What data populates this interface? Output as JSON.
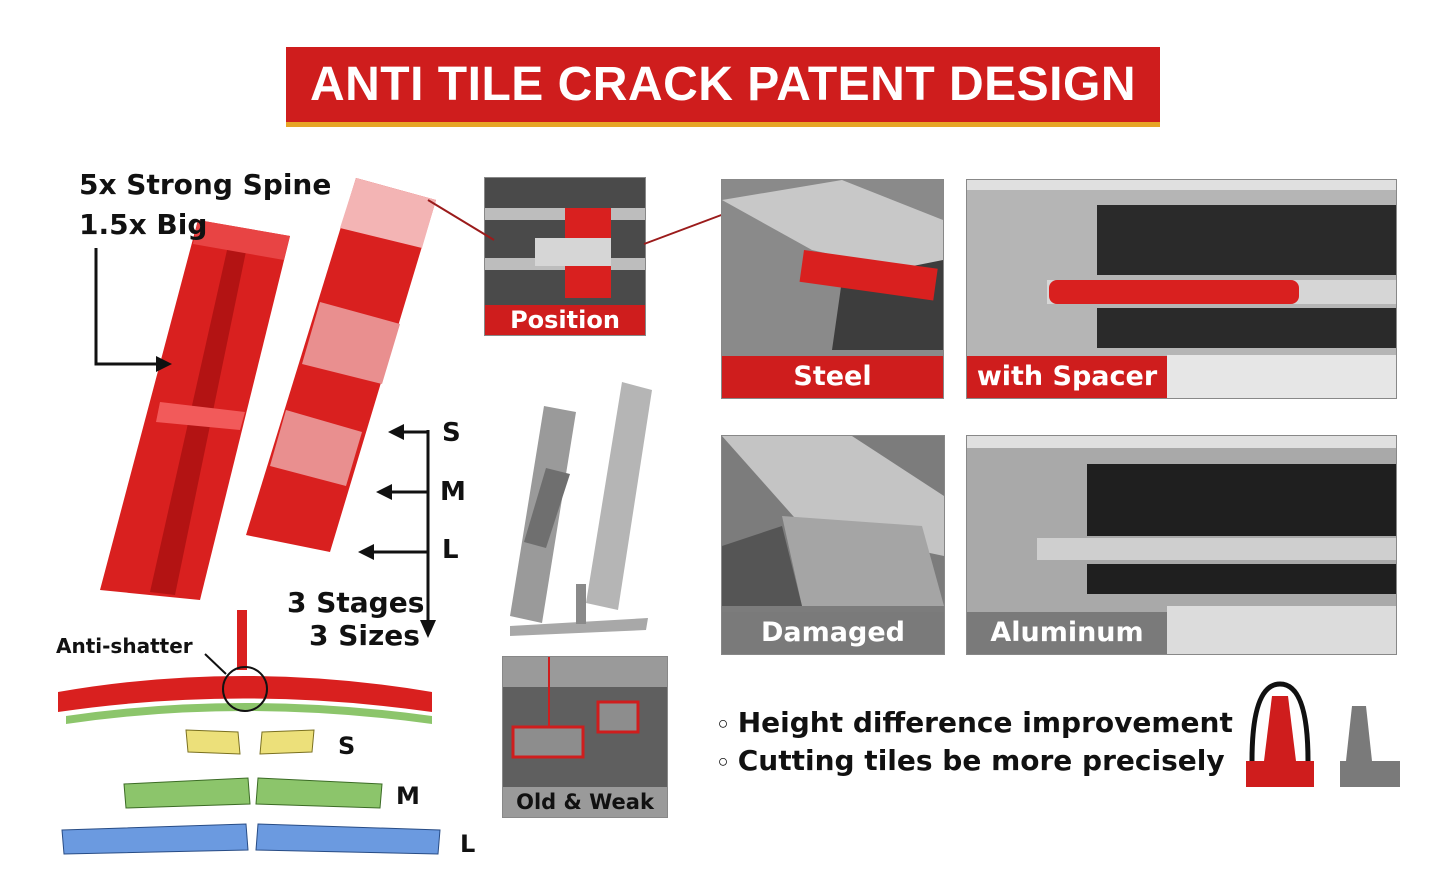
{
  "header": {
    "title": "ANTI TILE CRACK PATENT DESIGN"
  },
  "left": {
    "spine_line1": "5x Strong Spine",
    "spine_line2": "1.5x Big",
    "stage_s": "S",
    "stage_m": "M",
    "stage_l": "L",
    "stages_line1": "3 Stages",
    "stages_line2": "3 Sizes",
    "anti_shatter": "Anti-shatter",
    "size_s": "S",
    "size_m": "M",
    "size_l": "L"
  },
  "middle": {
    "position_label": "Position",
    "old_weak_label": "Old & Weak"
  },
  "right": {
    "steel_label": "Steel",
    "spacer_label": "with Spacer",
    "damaged_label": "Damaged",
    "aluminum_label": "Aluminum",
    "bullets": [
      "Height difference improvement",
      "Cutting tiles be more precisely"
    ]
  },
  "colors": {
    "brand_red": "#cf1d1d",
    "gold": "#e7a526",
    "grey": "#7a7a7a"
  }
}
